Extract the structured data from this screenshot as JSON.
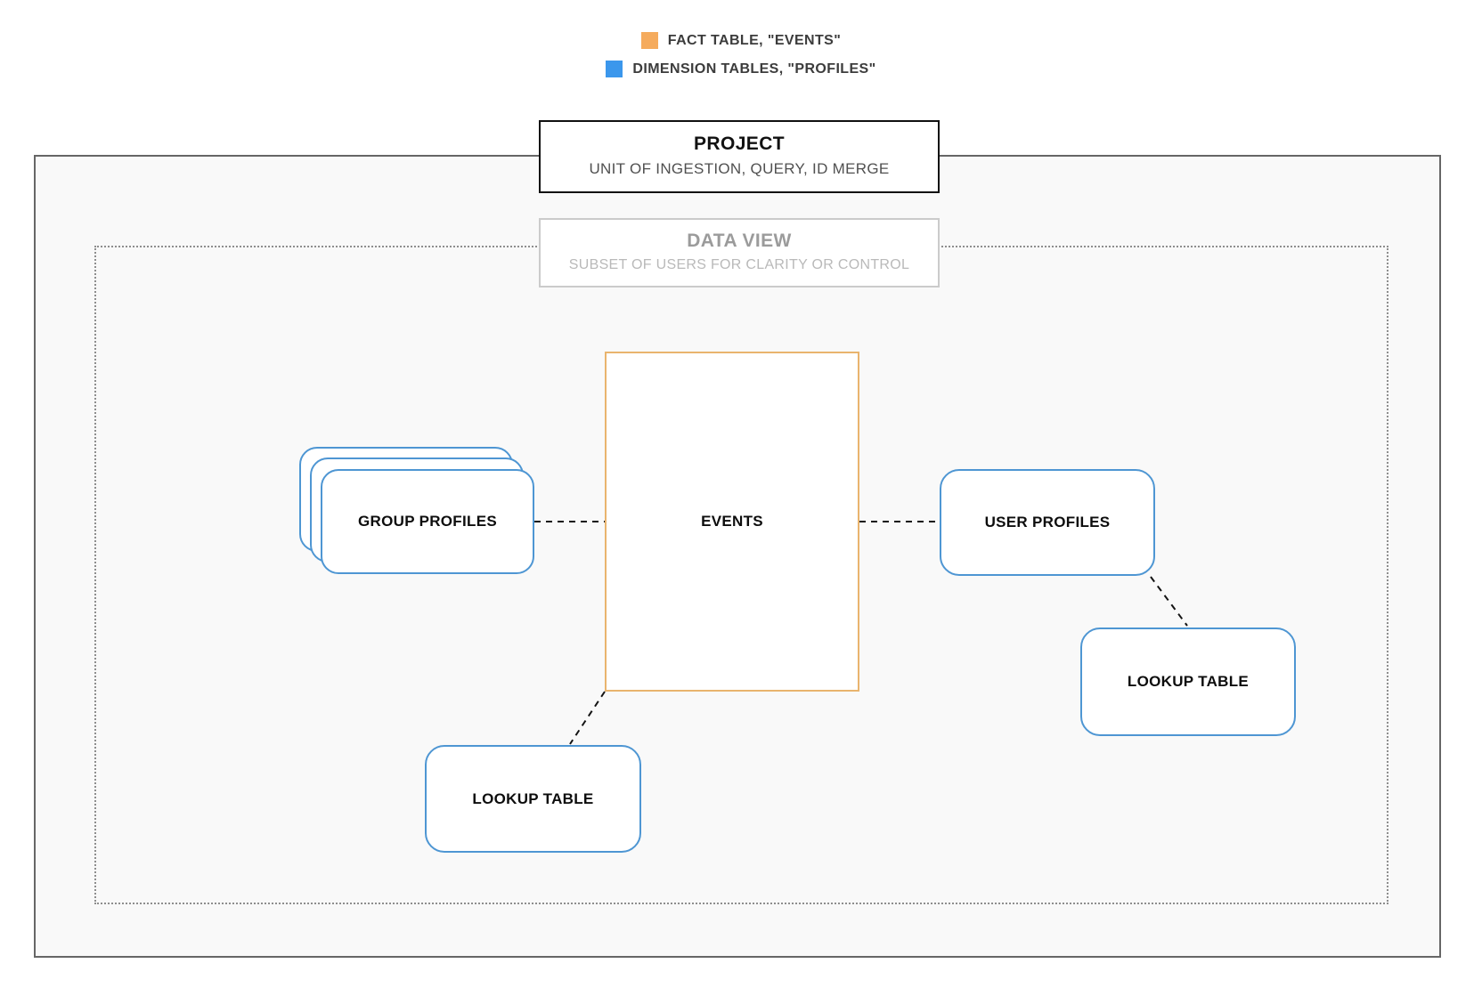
{
  "colors": {
    "fact_orange": "#F5AB5D",
    "dimension_blue": "#3B97EC",
    "box_border_blue": "#4E96D3",
    "events_border_orange": "#E9B46E",
    "outer_border": "#666666",
    "dotted_border": "#8E8E8E",
    "canvas_bg": "#F9F9F9",
    "connector": "#141414",
    "project_border": "#111111",
    "dataview_border": "#CBCBCB",
    "muted_title": "#9B9B9B",
    "muted_subtitle": "#B9B9B9",
    "subtitle_gray": "#505050",
    "legend_text": "#3C3C3C"
  },
  "legend": {
    "items": [
      {
        "swatch_color": "#F5AB5D",
        "label": "FACT TABLE, \"EVENTS\""
      },
      {
        "swatch_color": "#3B97EC",
        "label": "DIMENSION TABLES, \"PROFILES\""
      }
    ]
  },
  "project_box": {
    "title": "PROJECT",
    "subtitle": "UNIT OF INGESTION, QUERY, ID MERGE"
  },
  "data_view_box": {
    "title": "DATA VIEW",
    "subtitle": "SUBSET OF USERS FOR CLARITY OR CONTROL"
  },
  "nodes": {
    "events": {
      "label": "EVENTS",
      "type": "fact"
    },
    "group_profiles": {
      "label": "GROUP PROFILES",
      "type": "dimension",
      "stacked_count": 3
    },
    "user_profiles": {
      "label": "USER PROFILES",
      "type": "dimension"
    },
    "lookup_left": {
      "label": "LOOKUP TABLE",
      "type": "dimension"
    },
    "lookup_right": {
      "label": "LOOKUP TABLE",
      "type": "dimension"
    }
  },
  "connections": [
    {
      "from": "GROUP PROFILES",
      "to": "EVENTS",
      "style": "dashed"
    },
    {
      "from": "EVENTS",
      "to": "USER PROFILES",
      "style": "dashed"
    },
    {
      "from": "USER PROFILES",
      "to": "LOOKUP TABLE",
      "style": "dashed"
    },
    {
      "from": "EVENTS",
      "to": "LOOKUP TABLE",
      "style": "dashed"
    }
  ]
}
